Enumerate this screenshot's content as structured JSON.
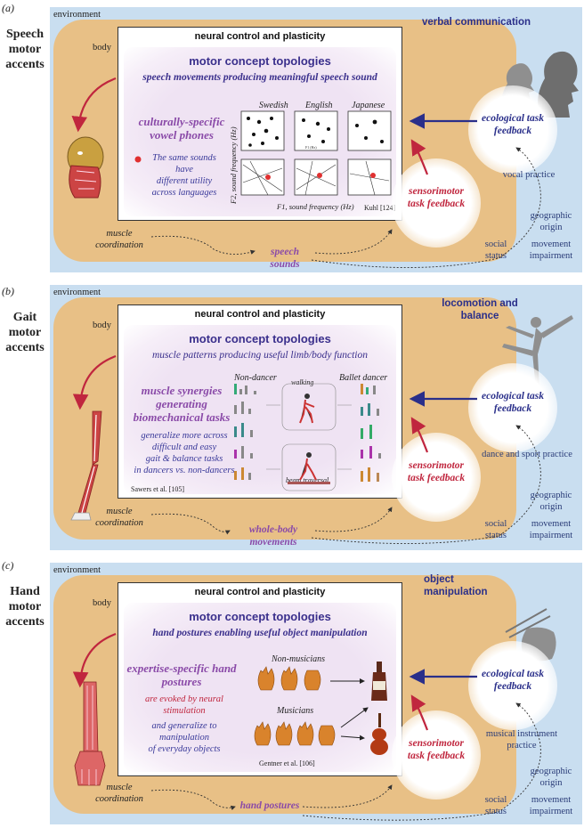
{
  "panels": [
    {
      "label": "(a)",
      "side": "Speech motor accents",
      "environment": "environment",
      "body": "body",
      "title": "neural control and plasticity",
      "topologies": "motor concept topologies",
      "subtitle": "speech movements producing meaningful speech sound",
      "synergy": "culturally-specific vowel phones",
      "note_lines": [
        "The same sounds",
        "have",
        "different utility",
        "across languages"
      ],
      "languages": [
        "Swedish",
        "English",
        "Japanese"
      ],
      "xaxis": "F1, sound frequency (Hz)",
      "yaxis": "F2, sound frequency (Hz)",
      "plot_tick": "F1 (Hz)",
      "cite": "Kuhl [124]",
      "topic": "verbal communication",
      "eco": "ecological task feedback",
      "sensor": "sensorimotor task feedback",
      "practice": "vocal practice",
      "geo": "geographic origin",
      "social": "social status",
      "impair": "movement impairment",
      "muscle": "muscle coordination",
      "output": "speech sounds"
    },
    {
      "label": "(b)",
      "side": "Gait motor accents",
      "environment": "environment",
      "body": "body",
      "title": "neural control and plasticity",
      "topologies": "motor concept topologies",
      "subtitle": "muscle patterns producing useful limb/body function",
      "synergy": "muscle synergies generating biomechanical tasks",
      "note_lines": [
        "generalize more across",
        "difficult and easy",
        "gait & balance tasks",
        "in dancers vs. non-dancers"
      ],
      "group1": "Non-dancer",
      "group2": "Ballet dancer",
      "task1": "walking",
      "task2": "beam traversal",
      "cite": "Sawers et al. [105]",
      "topic": "locomotion and balance",
      "eco": "ecological task feedback",
      "sensor": "sensorimotor task feedback",
      "practice": "dance and sport practice",
      "geo": "geographic origin",
      "social": "social status",
      "impair": "movement impairment",
      "muscle": "muscle coordination",
      "output": "whole-body movements"
    },
    {
      "label": "(c)",
      "side": "Hand motor accents",
      "environment": "environment",
      "body": "body",
      "title": "neural control and plasticity",
      "topologies": "motor concept topologies",
      "subtitle": "hand postures enabling useful object manipulation",
      "synergy": "expertise-specific hand postures",
      "note_red": "are evoked by neural stimulation",
      "note_lines": [
        "and generalize to",
        "manipulation",
        "of everyday objects"
      ],
      "group1": "Non-musicians",
      "group2": "Musicians",
      "cite": "Gentner et al. [106]",
      "topic": "object manipulation",
      "eco": "ecological task feedback",
      "sensor": "sensorimotor task feedback",
      "practice": "musical instrument practice",
      "geo": "geographic origin",
      "social": "social status",
      "impair": "movement impairment",
      "muscle": "muscle coordination",
      "output": "hand postures"
    }
  ],
  "colors": {
    "environment": "#c9def0",
    "body": "#e8c086",
    "navy": "#2a2f8a",
    "crimson": "#c0263e",
    "purple": "#8a4aa8"
  }
}
